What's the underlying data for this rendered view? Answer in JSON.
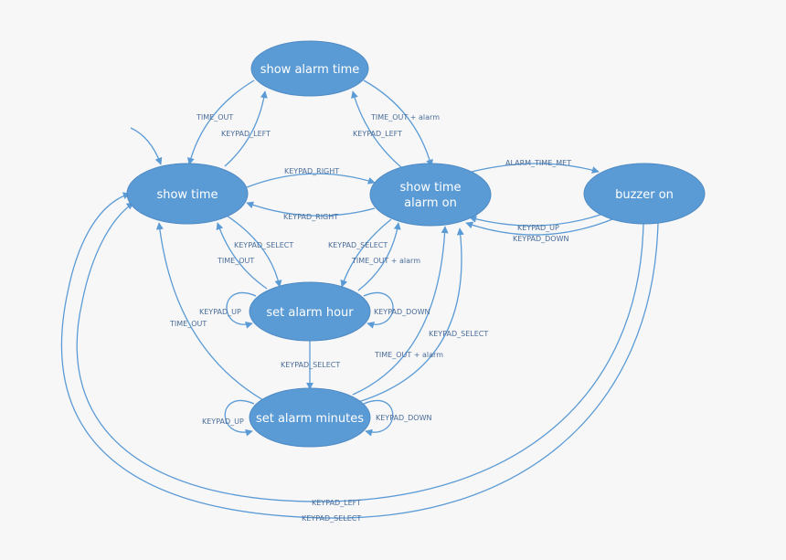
{
  "states": {
    "show_alarm_time": "show alarm time",
    "show_time": "show time",
    "show_time_alarm_on_line1": "show time",
    "show_time_alarm_on_line2": "alarm on",
    "buzzer_on": "buzzer on",
    "set_alarm_hour": "set alarm hour",
    "set_alarm_minutes": "set alarm minutes"
  },
  "transitions": {
    "time_out_1": "TIME_OUT",
    "keypad_left_1": "KEYPAD_LEFT",
    "time_out_alarm_1": "TIME_OUT + alarm",
    "keypad_left_2": "KEYPAD_LEFT",
    "keypad_right_1": "KEYPAD_RIGHT",
    "keypad_right_2": "KEYPAD_RIGHT",
    "alarm_time_met": "ALARM_TIME_MET",
    "keypad_up_buzzer": "KEYPAD_UP",
    "keypad_down_buzzer": "KEYPAD_DOWN",
    "keypad_select_1": "KEYPAD_SELECT",
    "time_out_2": "TIME_OUT",
    "keypad_select_2": "KEYPAD_SELECT",
    "time_out_alarm_2": "TIME_OUT + alarm",
    "keypad_up_hour": "KEYPAD_UP",
    "keypad_down_hour": "KEYPAD_DOWN",
    "time_out_3": "TIME_OUT",
    "keypad_select_3": "KEYPAD_SELECT",
    "keypad_select_4": "KEYPAD_SELECT",
    "time_out_alarm_3": "TIME_OUT + alarm",
    "keypad_up_min": "KEYPAD_UP",
    "keypad_down_min": "KEYPAD_DOWN",
    "keypad_left_3": "KEYPAD_LEFT",
    "keypad_select_5": "KEYPAD_SELECT"
  },
  "colors": {
    "state_fill": "#5b9bd5",
    "edge": "#5b9bd5",
    "label_text": "#4a6d99",
    "background": "#f7f7f8"
  }
}
